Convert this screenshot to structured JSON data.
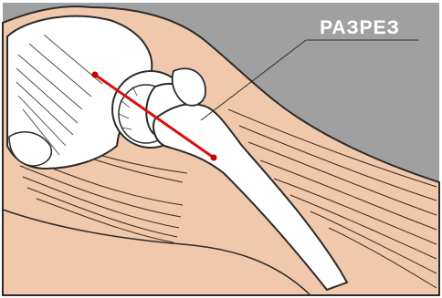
{
  "callout": {
    "label": "РАЗРЕЗ"
  },
  "colors": {
    "background": "#a0a0a0",
    "skin": "#f0c8ab",
    "bone": "#ffffff",
    "outline": "#2b2b2b",
    "incision": "#d90f0f",
    "incision_end": "#c40000"
  },
  "illustration": {
    "subject": "hip-joint-surgical-approach",
    "parts": [
      "pelvis",
      "acetabulum",
      "femoral-head",
      "femur",
      "thigh-muscles",
      "incision-line"
    ]
  }
}
